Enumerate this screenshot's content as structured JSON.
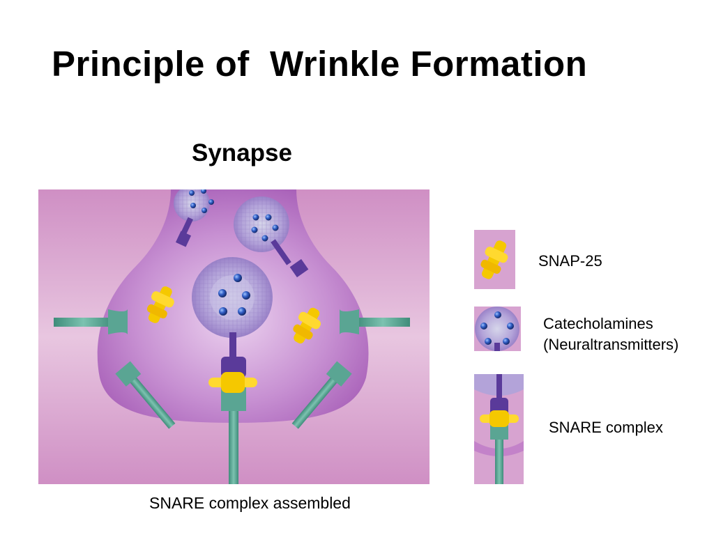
{
  "slide": {
    "title": "Principle of  Wrinkle Formation",
    "subtitle": "Synapse",
    "caption": "SNARE complex assembled"
  },
  "legend": {
    "snap25": "SNAP-25",
    "catecholamines_line1": "Catecholamines",
    "catecholamines_line2": "(Neuraltransmitters)",
    "snare": "SNARE complex"
  },
  "colors": {
    "background_pink": "#d49ac8",
    "terminal_purple": "#b56cc4",
    "snap25_yellow": "#f5c800",
    "snare_teal": "#4e9c8a",
    "syntaxin_purple": "#5a3a9a",
    "vesicle_lavender": "#b59ad6",
    "neurotransmitter_blue": "#1d3c8f"
  }
}
